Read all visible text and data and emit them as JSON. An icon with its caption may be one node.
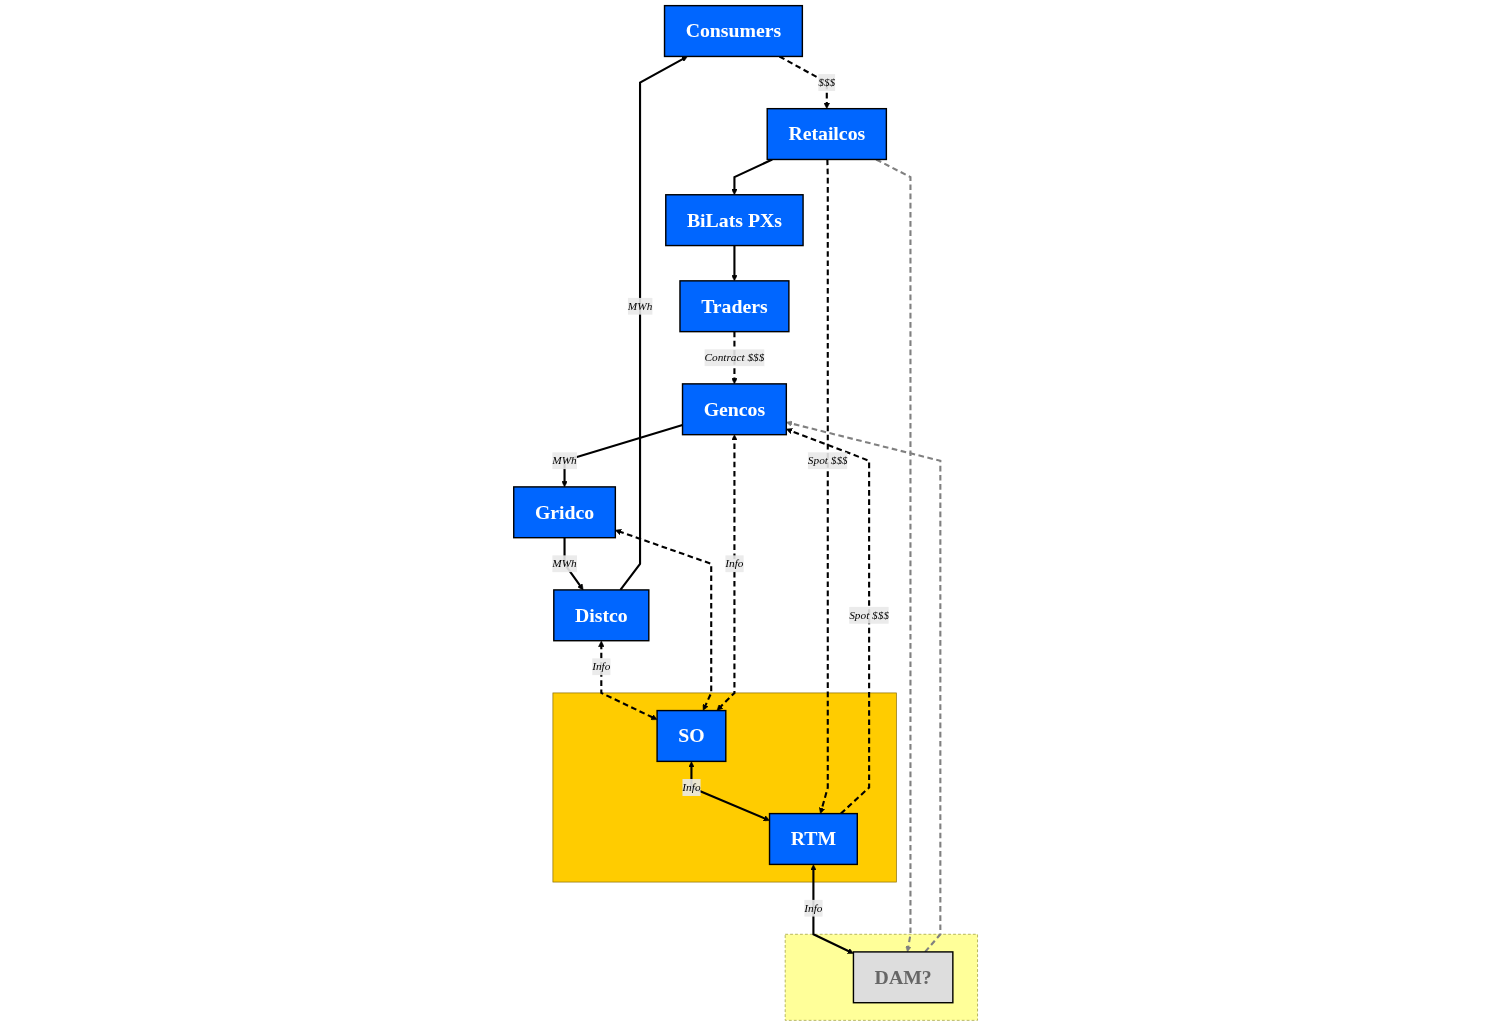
{
  "diagram": {
    "nodes": [
      {
        "text": [
          "Consumers"
        ]
      },
      {
        "text": [
          "Distco"
        ]
      },
      {
        "text": [
          "Retailcos"
        ]
      },
      {
        "text": [],
        "shape": "box"
      },
      {
        "text": [
          "SO"
        ],
        "in": 3
      },
      {
        "text": [
          "RTM"
        ],
        "in": 3
      },
      {
        "text": [],
        "shape": "box"
      },
      {
        "text": [
          "DAM?"
        ],
        "in": 6
      },
      {
        "text": [
          "BiLats PXs"
        ]
      },
      {
        "text": [
          "Gridco"
        ]
      },
      {
        "text": [
          "Traders"
        ]
      },
      {
        "text": [
          "Gencos"
        ]
      }
    ],
    "edges": [
      {
        "from": 1,
        "to": 0,
        "arrow": "to",
        "label": "MWh"
      },
      {
        "from": 0,
        "to": 2,
        "arrow": "to",
        "label": "$$$",
        "style": "dashed"
      },
      {
        "from": 2,
        "to": 8,
        "arrow": "to"
      },
      {
        "from": 8,
        "to": 10,
        "arrow": "to"
      },
      {
        "from": 10,
        "to": 11,
        "arrow": "to",
        "label": "Contract $$$",
        "style": "dashed"
      },
      {
        "from": 11,
        "to": 9,
        "arrow": "to",
        "label": "MWh"
      },
      {
        "from": 9,
        "to": 1,
        "arrow": "to",
        "label": "MWh"
      },
      {
        "from": 1,
        "to": 4,
        "arrow": "both",
        "label": "Info",
        "style": "dashed"
      },
      {
        "from": 4,
        "to": 5,
        "arrow": "both",
        "label": "Info"
      },
      {
        "from": 5,
        "to": 7,
        "arrow": "both",
        "label": "Info"
      },
      {
        "from": 4,
        "to": 9,
        "arrow": "both",
        "style": "dashed"
      },
      {
        "from": 4,
        "to": 11,
        "arrow": "both",
        "label": "Info",
        "style": "dashed"
      },
      {
        "from": 2,
        "to": 5,
        "arrow": "to",
        "label": "Spot $$$",
        "style": "dashed"
      },
      {
        "from": 2,
        "to": 7,
        "arrow": "to",
        "style": "dashed",
        "color": "#808080"
      },
      {
        "from": 5,
        "to": 11,
        "arrow": "to",
        "label": "Spot $$$",
        "style": "dashed"
      },
      {
        "from": 7,
        "to": 11,
        "arrow": "to",
        "style": "dashed",
        "color": "#808080"
      }
    ]
  }
}
